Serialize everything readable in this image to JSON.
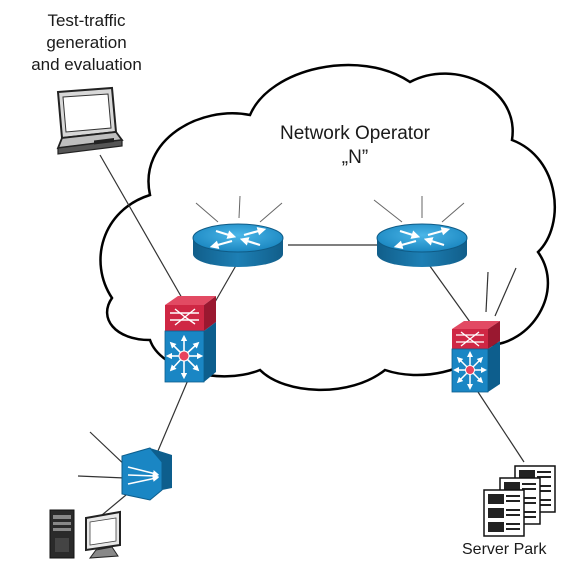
{
  "labels": {
    "test_traffic": [
      "Test-traffic",
      "generation",
      "and evaluation"
    ],
    "network_operator": [
      "Network Operator",
      "„N”"
    ],
    "server_park": "Server Park"
  },
  "colors": {
    "router_blue": "#1d82b8",
    "router_top": "#2b9fd8",
    "firewall_red": "#cf2744",
    "switch_blue": "#1a86c4",
    "cloud_stroke": "#000000",
    "line": "#333333"
  },
  "icons": [
    "laptop-icon",
    "router-icon",
    "firewall-icon",
    "multilayer-switch-icon",
    "vpn-concentrator-icon",
    "server-icon",
    "workstation-icon",
    "cloud-shape"
  ]
}
